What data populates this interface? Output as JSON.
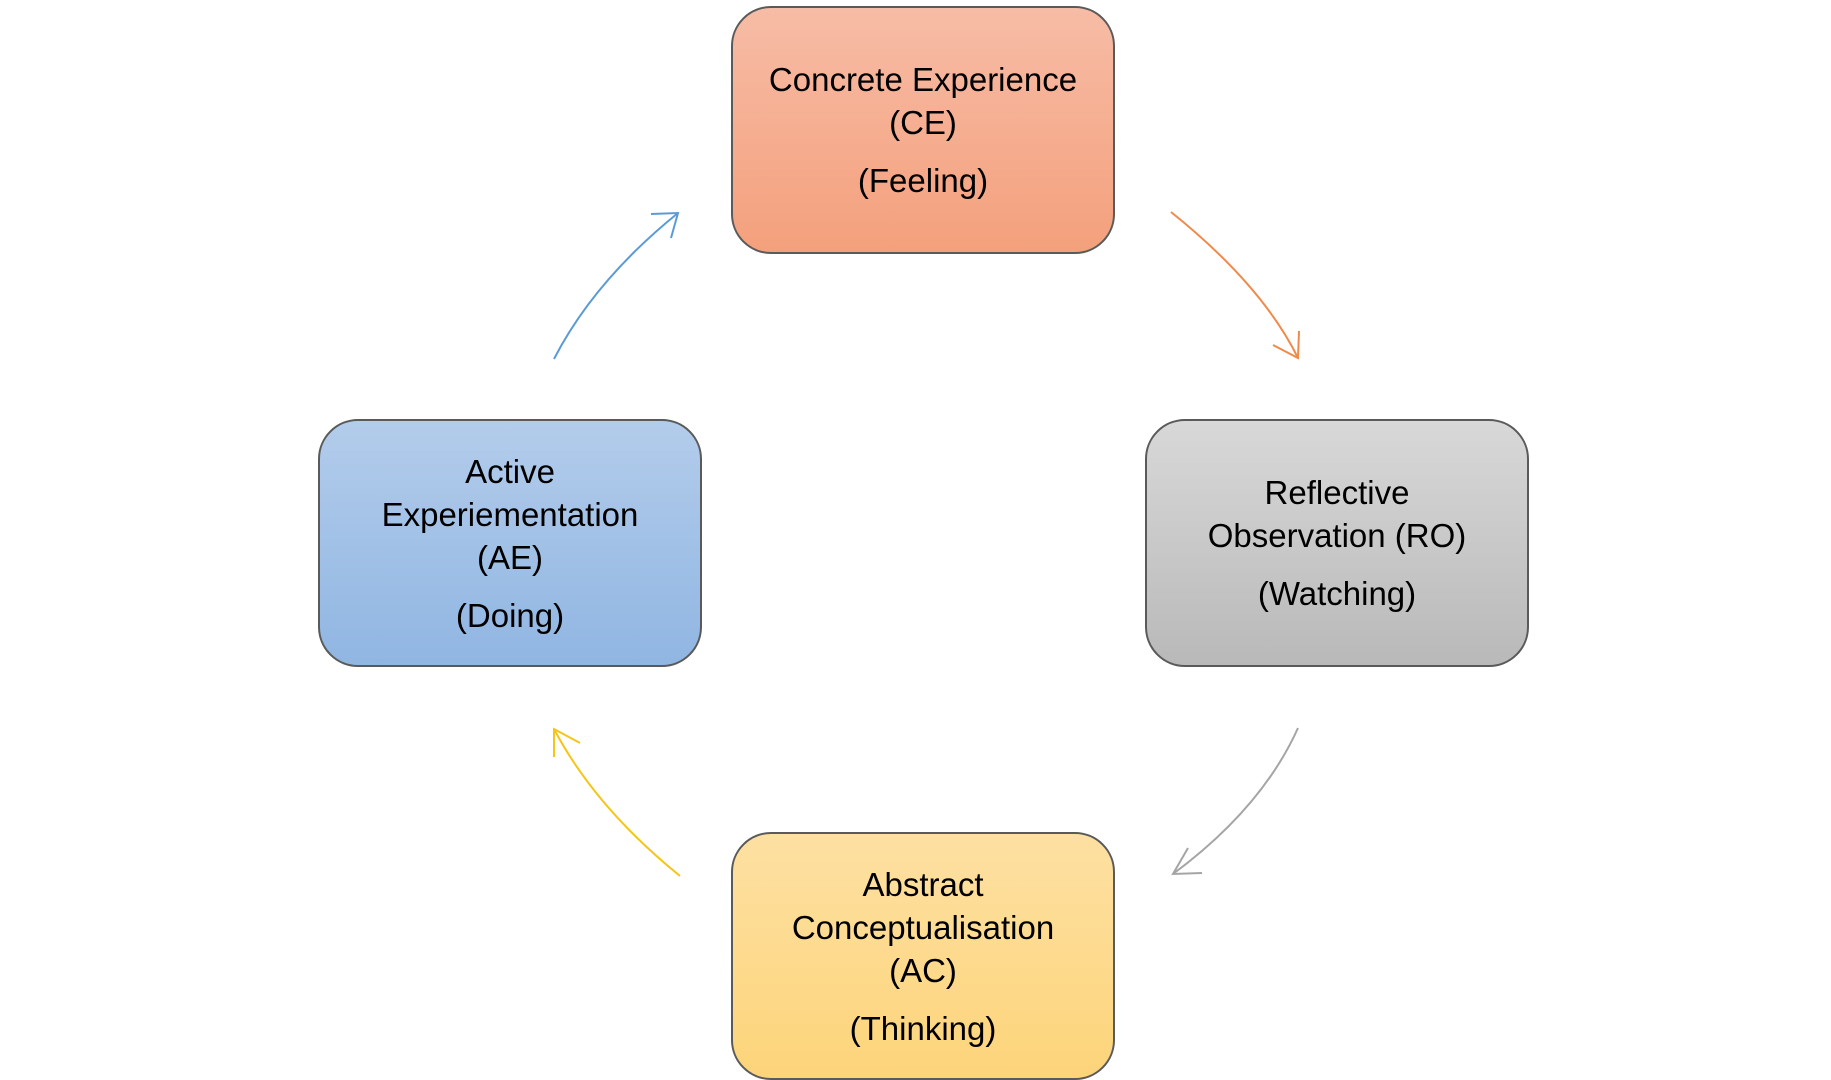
{
  "diagram": {
    "stages": [
      {
        "id": "ce",
        "label": "Concrete Experience (CE)",
        "mode": "(Feeling)",
        "color": "#f4a07c"
      },
      {
        "id": "ro",
        "label": "Reflective Observation (RO)",
        "mode": "(Watching)",
        "color": "#b9b9b9"
      },
      {
        "id": "ac",
        "label": "Abstract Conceptualisation (AC)",
        "mode": "(Thinking)",
        "color": "#fdd47a"
      },
      {
        "id": "ae",
        "label": "Active Experiementation (AE)",
        "mode": "(Doing)",
        "color": "#90b6e2"
      }
    ],
    "arrows": [
      {
        "from": "ce",
        "to": "ro",
        "color": "#f08a4b"
      },
      {
        "from": "ro",
        "to": "ac",
        "color": "#a5a5a5"
      },
      {
        "from": "ac",
        "to": "ae",
        "color": "#f5c518"
      },
      {
        "from": "ae",
        "to": "ce",
        "color": "#5b9bd5"
      }
    ]
  }
}
